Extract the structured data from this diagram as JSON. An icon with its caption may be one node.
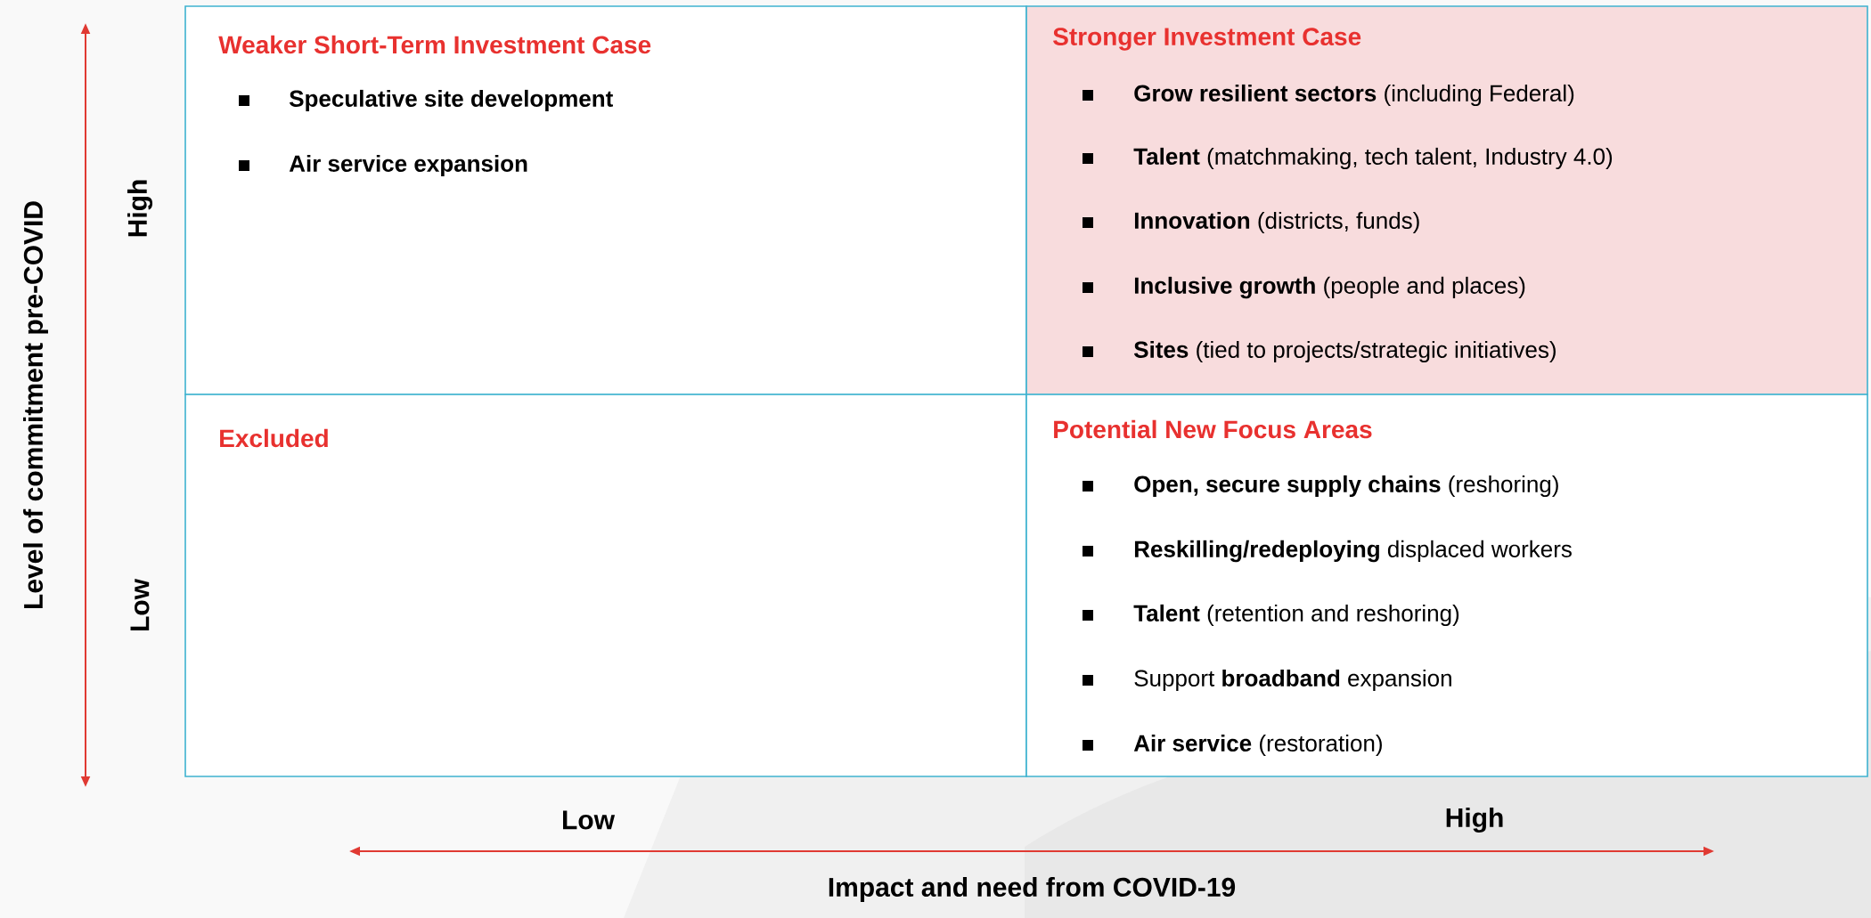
{
  "diagram": {
    "nodes": [
      {
        "text": [
          "Weaker Short-Term Investment Case",
          "Speculative site development",
          "Air service expansion"
        ]
      },
      {
        "text": [
          "Stronger Investment Case",
          "**Grow resilient sectors** (including Federal)",
          "**Talent** (matchmaking, tech talent, Industry 4.0)",
          "**Innovation** (districts, funds)",
          "**Inclusive growth** (people and places)",
          "**Sites** (tied to projects/strategic initiatives)"
        ]
      },
      {
        "text": [
          "Excluded"
        ]
      },
      {
        "text": [
          "Potential New Focus Areas",
          "**Open, secure supply chains** (reshoring)",
          "**Reskilling/redeploying** displaced workers",
          "**Talent** (retention and reshoring)",
          "Support **broadband** expansion",
          "**Air service** (restoration)"
        ]
      }
    ],
    "labels": [
      "Level of commitment pre-COVID",
      "High",
      "Low",
      "Low",
      "High",
      "Impact and need from COVID-19"
    ]
  }
}
